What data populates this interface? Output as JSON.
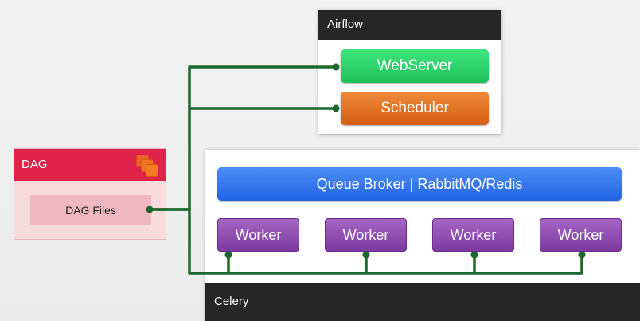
{
  "airflow": {
    "title": "Airflow",
    "webserver_label": "WebServer",
    "scheduler_label": "Scheduler"
  },
  "dag": {
    "title": "DAG",
    "files_label": "DAG Files",
    "icon": "stacked-files-icon"
  },
  "celery": {
    "title": "Celery",
    "queue_label": "Queue Broker | RabbitMQ/Redis",
    "workers": [
      "Worker",
      "Worker",
      "Worker",
      "Worker"
    ]
  },
  "colors": {
    "connector": "#1b6a2c",
    "dag_header": "#e0234a",
    "webserver": "#2ad266",
    "scheduler": "#e3701e",
    "queue": "#3778ef",
    "worker": "#8f4db3"
  }
}
